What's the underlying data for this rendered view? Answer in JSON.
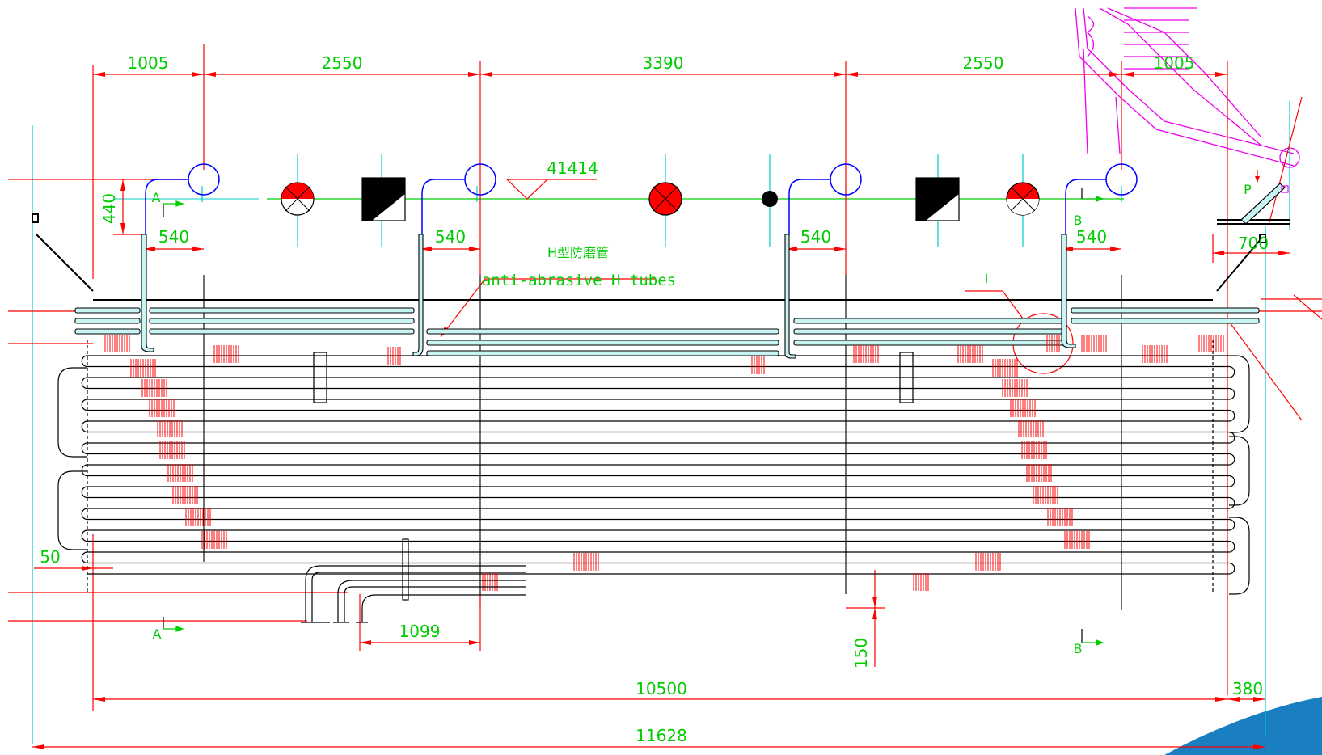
{
  "drawing": {
    "top_dimensions": [
      "1005",
      "2550",
      "3390",
      "2550",
      "1005"
    ],
    "dim_440": "440",
    "dim_540_list": [
      "540",
      "540",
      "540",
      "540"
    ],
    "elevation_label": "41414",
    "h_tube_label_cn": "H型防磨管",
    "h_tube_label_en": "anti-abrasive H tubes",
    "detail_label": "I",
    "section_a_top": "A",
    "section_a_bottom": "A",
    "section_b_top": "B",
    "section_b_bottom": "B",
    "load_label": "P",
    "dim_700": "700",
    "dim_50": "50",
    "dim_1099": "1099",
    "dim_150": "150",
    "dim_10500": "10500",
    "dim_380": "380",
    "dim_11628": "11628"
  },
  "colors": {
    "dimension_red": "#ff0000",
    "text_green": "#00cc00",
    "centerline_cyan": "#00cccc",
    "tube_black": "#000000",
    "header_blue": "#0000ff",
    "magenta_duct": "#ee00ee",
    "h_tube_fill": "#c8f4f4",
    "accent_blue": "#1a7fc0"
  }
}
